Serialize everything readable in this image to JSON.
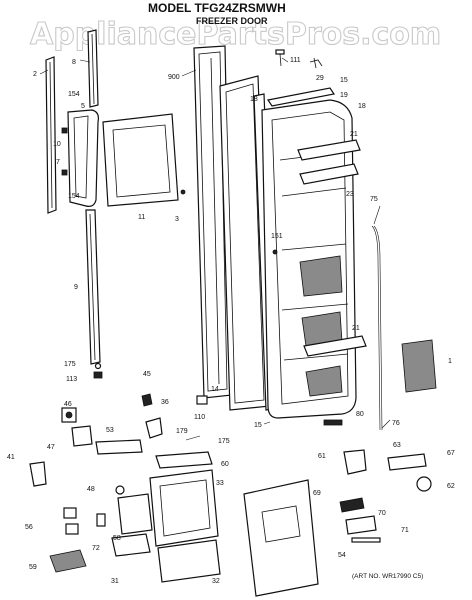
{
  "watermark": "AppliancePartsPros.com",
  "title": "MODEL TFG24ZRSMWH",
  "subtitle": "FREEZER DOOR",
  "art_number": "(ART NO. WR17990 C5)",
  "parts": {
    "p1": "1",
    "p2": "2",
    "p3": "3",
    "p5": "5",
    "p7": "7",
    "p8": "8",
    "p9": "9",
    "p10": "10",
    "p11": "11",
    "p14": "14",
    "p15a": "15",
    "p15b": "15",
    "p18a": "18",
    "p18b": "18",
    "p19": "19",
    "p21a": "21",
    "p21b": "21",
    "p23": "23",
    "p29": "29",
    "p31": "31",
    "p32": "32",
    "p33": "33",
    "p36": "36",
    "p41": "41",
    "p45": "45",
    "p46": "46",
    "p47": "47",
    "p48": "48",
    "p53": "53",
    "p54": "54",
    "p56": "56",
    "p58": "58",
    "p59": "59",
    "p60": "60",
    "p61": "61",
    "p62": "62",
    "p63": "63",
    "p67": "67",
    "p69": "69",
    "p70": "70",
    "p71": "71",
    "p72": "72",
    "p75": "75",
    "p76": "76",
    "p80": "80",
    "p110": "110",
    "p111": "111",
    "p113": "113",
    "p151": "151",
    "p154a": "154",
    "p154b": "154",
    "p175a": "175",
    "p175b": "175",
    "p179": "179",
    "p900": "900"
  }
}
